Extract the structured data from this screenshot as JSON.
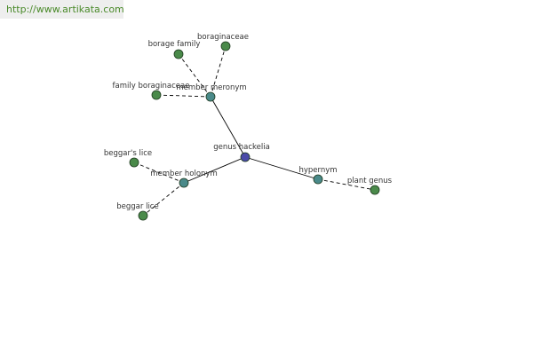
{
  "watermark": {
    "text": "http://www.artikata.com"
  },
  "colors": {
    "center": "#4a4aa8",
    "relation": "#4a8a8a",
    "leaf": "#4a8a4a"
  },
  "graph": {
    "nodes": [
      {
        "id": "genus-hackelia",
        "label": "genus hackelia",
        "kind": "center"
      },
      {
        "id": "member-meronym",
        "label": "member meronym",
        "kind": "relation"
      },
      {
        "id": "member-holonym",
        "label": "member holonym",
        "kind": "relation"
      },
      {
        "id": "hypernym",
        "label": "hypernym",
        "kind": "relation"
      },
      {
        "id": "borage-family",
        "label": "borage family",
        "kind": "leaf"
      },
      {
        "id": "boraginaceae",
        "label": "boraginaceae",
        "kind": "leaf"
      },
      {
        "id": "family-boraginaceae",
        "label": "family boraginaceae",
        "kind": "leaf"
      },
      {
        "id": "beggars-lice",
        "label": "beggar's lice",
        "kind": "leaf"
      },
      {
        "id": "beggar-lice",
        "label": "beggar lice",
        "kind": "leaf"
      },
      {
        "id": "plant-genus",
        "label": "plant genus",
        "kind": "leaf"
      }
    ],
    "edges": [
      {
        "from": "genus-hackelia",
        "to": "member-meronym",
        "style": "solid"
      },
      {
        "from": "genus-hackelia",
        "to": "member-holonym",
        "style": "solid"
      },
      {
        "from": "genus-hackelia",
        "to": "hypernym",
        "style": "solid"
      },
      {
        "from": "member-meronym",
        "to": "borage-family",
        "style": "dashed"
      },
      {
        "from": "member-meronym",
        "to": "boraginaceae",
        "style": "dashed"
      },
      {
        "from": "member-meronym",
        "to": "family-boraginaceae",
        "style": "dashed"
      },
      {
        "from": "member-holonym",
        "to": "beggars-lice",
        "style": "dashed"
      },
      {
        "from": "member-holonym",
        "to": "beggar-lice",
        "style": "dashed"
      },
      {
        "from": "hypernym",
        "to": "plant-genus",
        "style": "dashed"
      }
    ]
  }
}
